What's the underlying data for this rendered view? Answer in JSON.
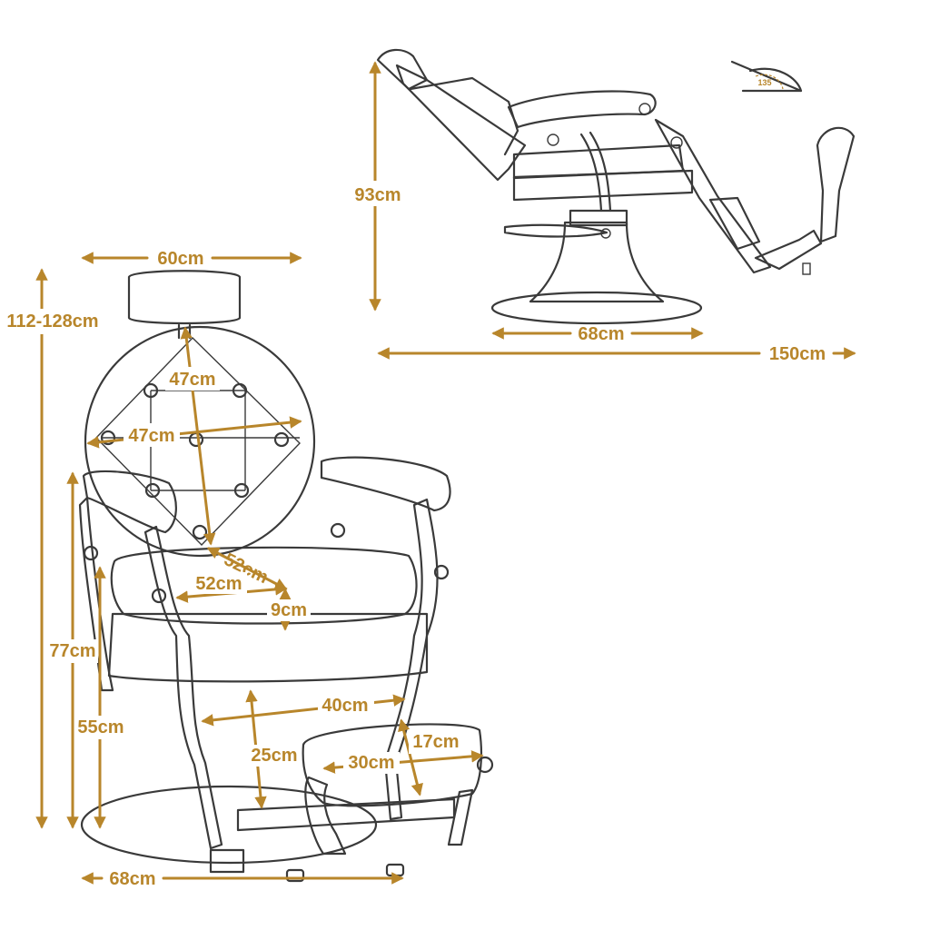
{
  "colors": {
    "dimension": "#B8862B",
    "outline": "#3a3a3a",
    "background": "#ffffff"
  },
  "side_view": {
    "height": "93cm",
    "base_width": "68cm",
    "total_length": "150cm",
    "recline_angle": "135"
  },
  "front_view": {
    "headrest_width": "60cm",
    "total_height": "112-128cm",
    "back_height": "47cm",
    "back_width": "47cm",
    "seat_depth": "52cm",
    "seat_width": "52cm",
    "cushion_thickness": "9cm",
    "armrest_height": "77cm",
    "seat_height": "55cm",
    "footrest_distance": "40cm",
    "footrest_drop": "25cm",
    "footrest_width": "30cm",
    "footrest_depth": "17cm",
    "base_width": "68cm"
  }
}
